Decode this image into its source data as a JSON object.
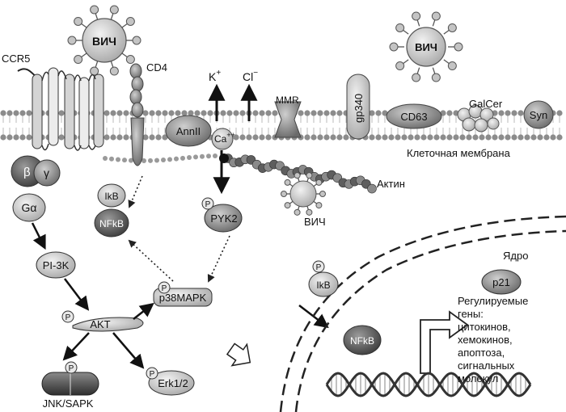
{
  "labels": {
    "ccr5": "CCR5",
    "cd4": "CD4",
    "k": "K",
    "k_sup": "+",
    "cl": "Cl",
    "cl_sup": "−",
    "mmr": "MMR",
    "gp340": "gp340",
    "cd63": "CD63",
    "galcer": "GalCer",
    "syn": "Syn",
    "membrane": "Клеточная мембрана",
    "annii": "AnnII",
    "ca": "Ca",
    "ca_sup": "++",
    "actin": "Актин",
    "hiv": "ВИЧ",
    "beta": "β",
    "gamma": "γ",
    "galpha": "Gα",
    "ikb": "IkB",
    "nfkb": "NFkB",
    "pyk2": "PYK2",
    "pi3k": "PI-3K",
    "p38": "p38MAPK",
    "akt": "AKT",
    "jnk": "JNK/SAPK",
    "erk": "Erk1/2",
    "phospho": "P",
    "nucleus": "Ядро",
    "p21": "p21",
    "genes_lines": [
      "Регулируемые",
      "гены:",
      "цитокинов,",
      "хемокинов,",
      "апоптоза,",
      "сигнальных",
      "молекул"
    ]
  },
  "colors": {
    "protein_dark": "#6e6e6e",
    "protein_mid": "#9a9a9a",
    "protein_light": "#d6d6d6",
    "membrane_head": "#8c8c8c",
    "line": "#111111"
  }
}
